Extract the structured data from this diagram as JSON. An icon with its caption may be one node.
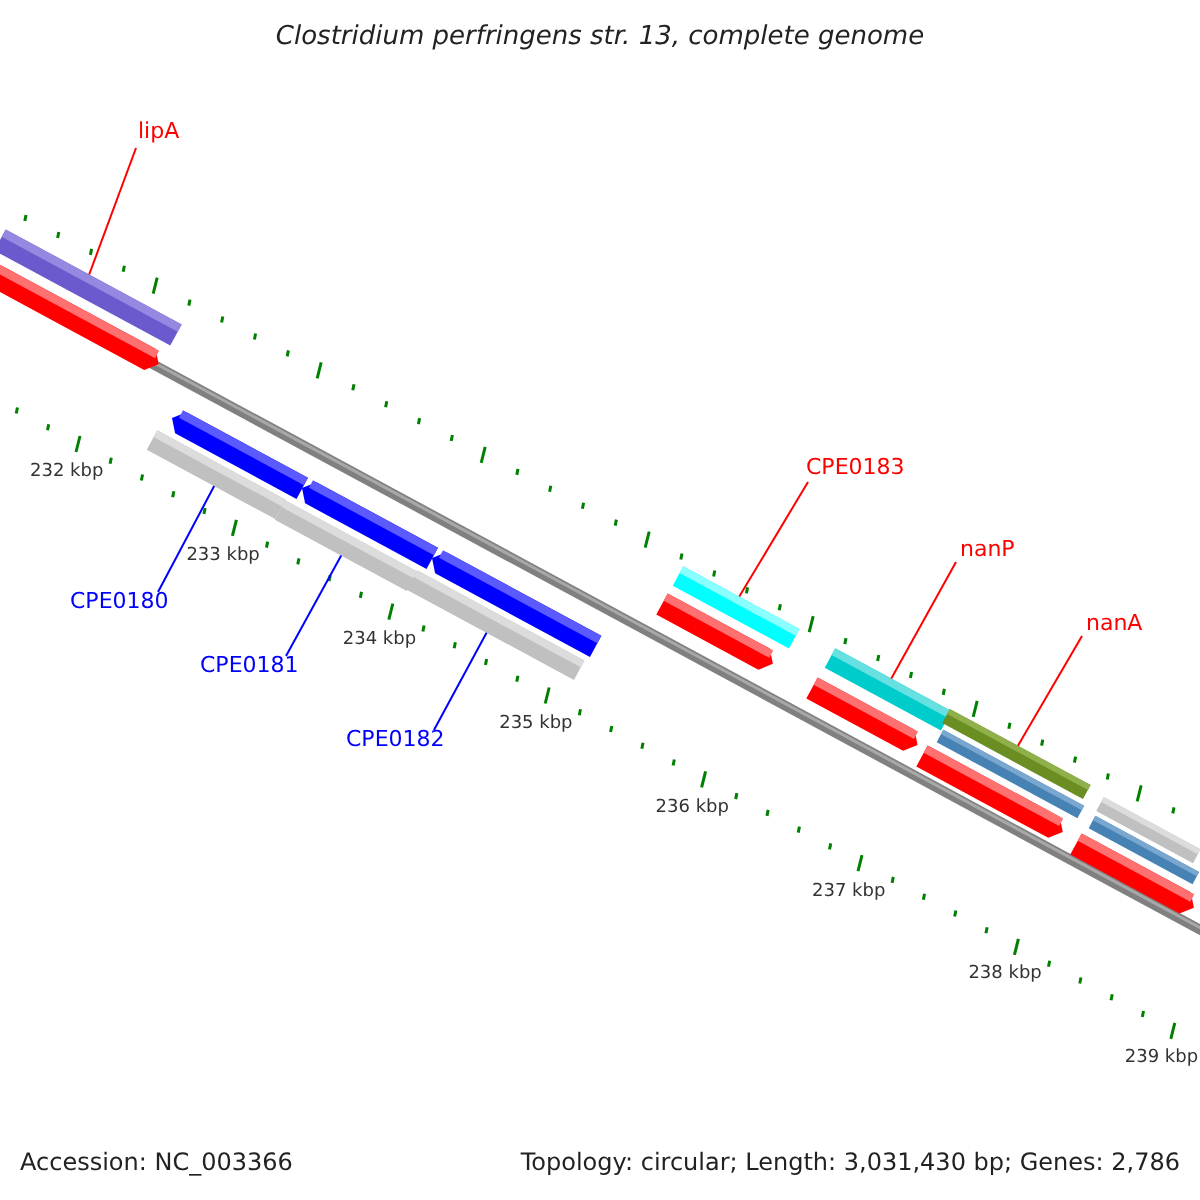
{
  "diagram": {
    "title": "Clostridium perfringens str. 13, complete genome",
    "nodes": [
      {
        "text": [
          "lipA"
        ]
      },
      {
        "text": [],
        "shape": "bar"
      },
      {
        "text": [],
        "shape": "arrow"
      },
      {
        "text": [],
        "shape": "arrow"
      },
      {
        "text": [],
        "shape": "bar"
      },
      {
        "text": [],
        "shape": "arrow"
      },
      {
        "text": [],
        "shape": "bar"
      },
      {
        "text": [],
        "shape": "arrow"
      },
      {
        "text": [],
        "shape": "bar"
      },
      {
        "text": [
          "CPE0180"
        ]
      },
      {
        "text": [
          "CPE0181"
        ]
      },
      {
        "text": [
          "CPE0182"
        ]
      },
      {
        "text": [
          "CPE0183"
        ]
      },
      {
        "text": [],
        "shape": "bar"
      },
      {
        "text": [],
        "shape": "arrow"
      },
      {
        "text": [
          "nanP"
        ]
      },
      {
        "text": [],
        "shape": "bar"
      },
      {
        "text": [],
        "shape": "arrow"
      },
      {
        "text": [
          "nanA"
        ]
      },
      {
        "text": [],
        "shape": "bar"
      },
      {
        "text": [],
        "shape": "bar"
      },
      {
        "text": [],
        "shape": "arrow"
      },
      {
        "text": [],
        "shape": "bar"
      },
      {
        "text": [],
        "shape": "bar"
      },
      {
        "text": [],
        "shape": "arrow"
      }
    ],
    "edges": [
      {
        "from": 0,
        "to": 1,
        "arrow": "none"
      },
      {
        "from": 9,
        "to": 4,
        "arrow": "none",
        "color": "#0000ff"
      },
      {
        "from": 10,
        "to": 6,
        "arrow": "none",
        "color": "#0000ff"
      },
      {
        "from": 11,
        "to": 8,
        "arrow": "none",
        "color": "#0000ff"
      },
      {
        "from": 12,
        "to": 13,
        "arrow": "none"
      },
      {
        "from": 15,
        "to": 16,
        "arrow": "none"
      },
      {
        "from": 18,
        "to": 19,
        "arrow": "none"
      }
    ],
    "labels": [
      "232 kbp",
      "233 kbp",
      "234 kbp",
      "235 kbp",
      "236 kbp",
      "237 kbp",
      "238 kbp",
      "239 kbp",
      "Accession: NC_003366",
      "Topology: circular; Length: 3,031,430 bp; Genes: 2,786"
    ]
  }
}
